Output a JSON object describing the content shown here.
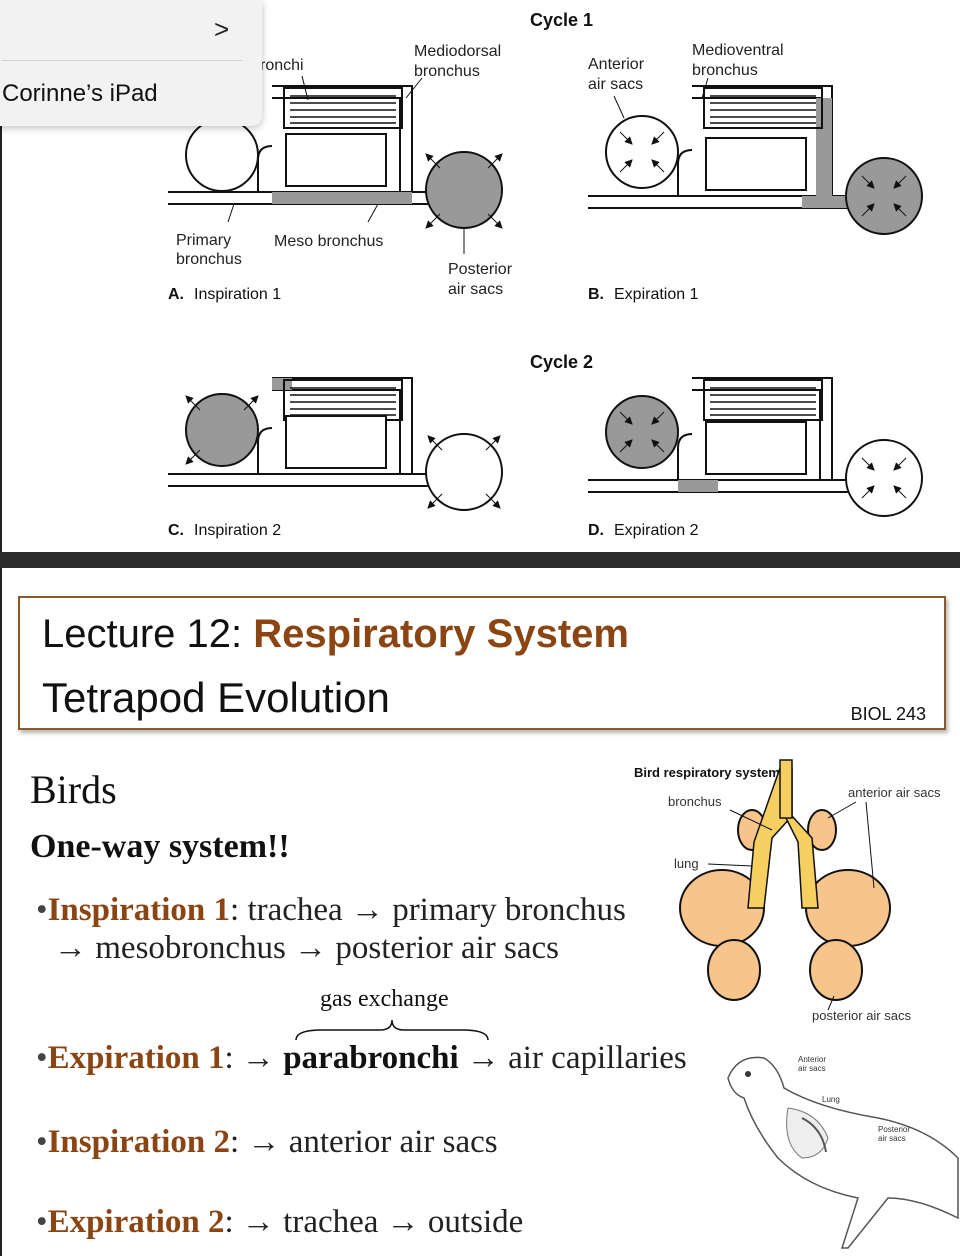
{
  "popup": {
    "chevron": ">",
    "device_name": "Corinne’s iPad"
  },
  "diagram": {
    "cycle1": "Cycle 1",
    "cycle2": "Cycle 2",
    "labels": {
      "bronchi_partial": "ronchi",
      "mediodorsal_1": "Mediodorsal",
      "mediodorsal_2": "bronchus",
      "anterior_1": "Anterior",
      "anterior_2": "air sacs",
      "medioventral_1": "Medioventral",
      "medioventral_2": "bronchus",
      "primary_1": "Primary",
      "primary_2": "bronchus",
      "meso": "Meso bronchus",
      "posterior_1": "Posterior",
      "posterior_2": "air sacs"
    },
    "panels": {
      "a_letter": "A.",
      "a_text": "Inspiration 1",
      "b_letter": "B.",
      "b_text": "Expiration 1",
      "c_letter": "C.",
      "c_text": "Inspiration 2",
      "d_letter": "D.",
      "d_text": "Expiration 2"
    }
  },
  "slide": {
    "title_prefix": "Lecture 12: ",
    "title_bold": "Respiratory System",
    "subtitle": "Tetrapod Evolution",
    "course": "BIOL 243",
    "heading": "Birds",
    "oneway": "One-way system!!",
    "bullets": {
      "b1_label": "Inspiration 1",
      "b1_text": ": trachea → primary bronchus",
      "b1_cont": "→ mesobronchus → posterior air sacs",
      "gas": "gas exchange",
      "b2_label": "Expiration 1",
      "b2_pre": ": →",
      "b2_bold": "parabronchi",
      "b2_post": "→ air capillaries",
      "b3_label": "Inspiration 2",
      "b3_text": ": → anterior air sacs",
      "b4_label": "Expiration 2",
      "b4_text": ": → trachea →  outside"
    },
    "figure": {
      "title": "Bird respiratory system",
      "bronchus": "bronchus",
      "anterior": "anterior air sacs",
      "lung": "lung",
      "posterior": "posterior air sacs"
    },
    "pigeon": {
      "anterior_1": "Anterior",
      "anterior_2": "air sacs",
      "lung": "Lung",
      "posterior_1": "Posterior",
      "posterior_2": "air sacs"
    }
  }
}
